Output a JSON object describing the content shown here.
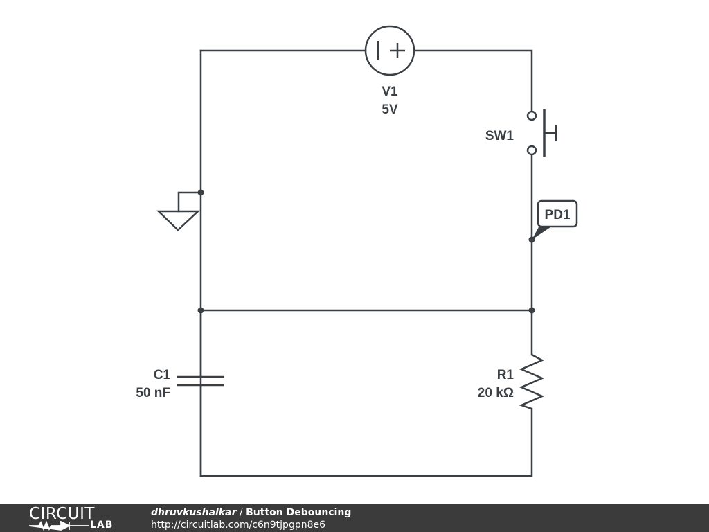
{
  "components": {
    "v1": {
      "name": "V1",
      "value": "5V",
      "polarity": "+"
    },
    "sw1": {
      "name": "SW1"
    },
    "pd1": {
      "name": "PD1"
    },
    "c1": {
      "name": "C1",
      "value": "50 nF"
    },
    "r1": {
      "name": "R1",
      "value": "20 kΩ"
    }
  },
  "footer": {
    "logo_text": "CIRCUIT",
    "logo_sub": "LAB",
    "author": "dhruvkushalkar",
    "separator": " / ",
    "title": "Button Debouncing",
    "url": "http://circuitlab.com/c6n9tjpgpn8e6"
  },
  "colors": {
    "ink": "#3a3f44",
    "footer_bg": "#3b3b3b"
  }
}
